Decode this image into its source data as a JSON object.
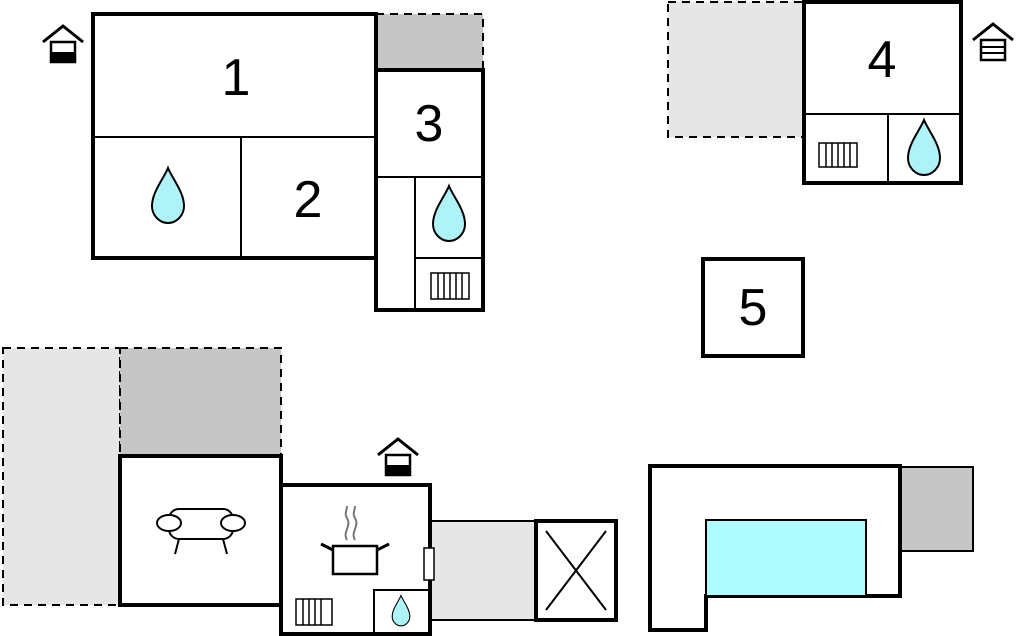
{
  "floorplan": {
    "rooms": [
      {
        "id": "room-1",
        "label": "1"
      },
      {
        "id": "room-2",
        "label": "2"
      },
      {
        "id": "room-3",
        "label": "3"
      },
      {
        "id": "room-4",
        "label": "4"
      },
      {
        "id": "room-5",
        "label": "5"
      }
    ]
  },
  "colors": {
    "wall": "#000000",
    "water": "#aef3f8",
    "pool": "#aefcff",
    "covered_area": "#c6c6c6",
    "open_area": "#e6e6e6"
  },
  "icons": [
    "entrance-icon",
    "water-drop-icon",
    "radiator-icon",
    "sofa-icon",
    "cooking-pot-icon",
    "stairs-icon",
    "pool"
  ]
}
